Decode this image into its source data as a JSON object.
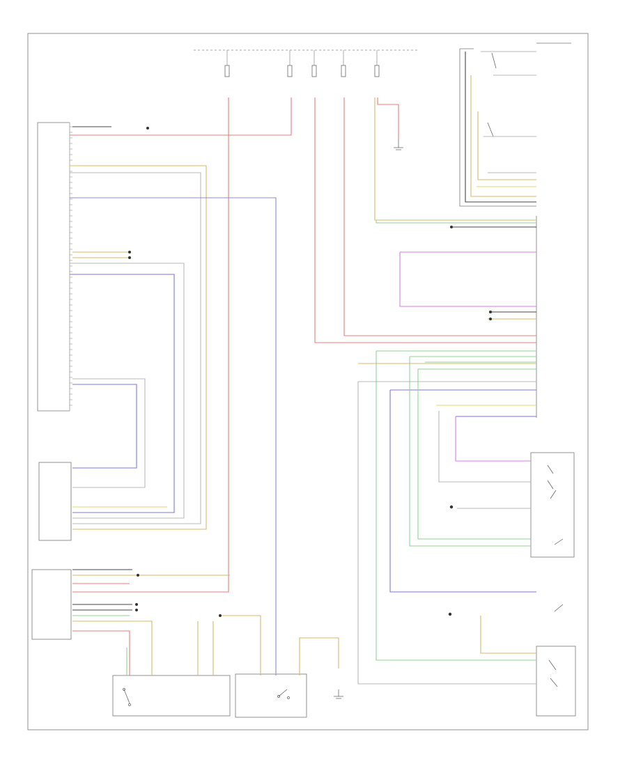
{
  "diagram": {
    "page_id": "",
    "colors": {
      "red": "#f07a7a",
      "tan": "#d9b86a",
      "gray": "#b9b9b9",
      "blue": "#7a76e8",
      "purple": "#d57ee6",
      "green": "#8fd38f",
      "yellow": "#e6d86a",
      "black": "#444444",
      "frame": "#777777"
    },
    "components": [
      {
        "id": "fuse-panel",
        "icon": "fuse-icon"
      },
      {
        "id": "left-control-module",
        "icon": "module-icon"
      },
      {
        "id": "left-lower-module",
        "icon": "module-icon"
      },
      {
        "id": "bottom-left-switch-module",
        "icon": "switch-icon"
      },
      {
        "id": "left-connector-block",
        "icon": "connector-icon"
      },
      {
        "id": "bottom-center-switch",
        "icon": "switch-icon"
      },
      {
        "id": "bottom-ground",
        "icon": "ground-icon"
      },
      {
        "id": "top-right-switch-assembly",
        "icon": "switch-icon"
      },
      {
        "id": "right-control-module",
        "icon": "module-icon"
      },
      {
        "id": "right-switch-assembly",
        "icon": "switch-icon"
      },
      {
        "id": "bottom-right-switch-assembly",
        "icon": "switch-icon"
      },
      {
        "id": "top-ground",
        "icon": "ground-icon"
      },
      {
        "id": "right-ground",
        "icon": "ground-icon"
      }
    ]
  }
}
